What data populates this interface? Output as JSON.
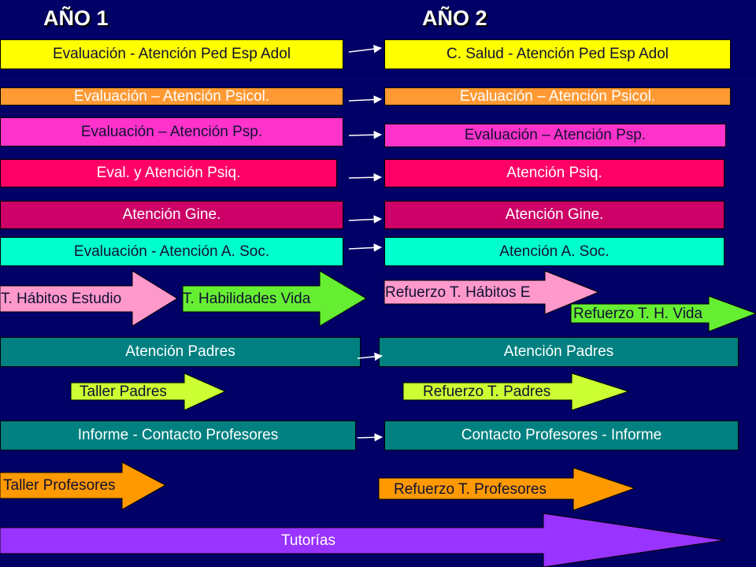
{
  "headings": {
    "year1": "AÑO 1",
    "year2": "AÑO 2"
  },
  "colors": {
    "background": "#000066",
    "yellow": "#ffff00",
    "orange": "#ff9933",
    "magenta": "#ff33cc",
    "red_pink": "#ff0066",
    "crimson": "#cc0066",
    "cyan": "#00ffcc",
    "pink_arrow": "#ff99cc",
    "green_arrow": "#66ee33",
    "teal": "#008080",
    "lime": "#ccff33",
    "arrow_orange": "#ff9900",
    "violet": "#9933ff"
  },
  "rows": {
    "r1": {
      "left": "Evaluación - Atención Ped Esp Adol",
      "right": "C. Salud - Atención Ped Esp Adol"
    },
    "r2": {
      "left": "Evaluación – Atención Psicol.",
      "right": "Evaluación – Atención Psicol."
    },
    "r3": {
      "left": "Evaluación – Atención Psp.",
      "right": "Evaluación – Atención Psp."
    },
    "r4": {
      "left": "Eval. y Atención Psiq.",
      "right": "Atención Psiq."
    },
    "r5": {
      "left": "Atención Gine.",
      "right": "Atención Gine."
    },
    "r6": {
      "left": "Evaluación - Atención A. Soc.",
      "right": "Atención A. Soc."
    },
    "parents": {
      "left": "Atención Padres",
      "right": "Atención Padres"
    },
    "teachers": {
      "left": "Informe - Contacto Profesores",
      "right": "Contacto Profesores - Informe"
    }
  },
  "workshops": {
    "habitos": "T. Hábitos Estudio",
    "habilidades": "T. Habilidades Vida",
    "refuerzo_habitos": "Refuerzo T. Hábitos E",
    "refuerzo_vida": "Refuerzo T. H. Vida",
    "taller_padres": "Taller Padres",
    "refuerzo_padres": "Refuerzo T. Padres",
    "taller_profesores": "Taller Profesores",
    "refuerzo_profesores": "Refuerzo T. Profesores",
    "tutorias": "Tutorías"
  }
}
